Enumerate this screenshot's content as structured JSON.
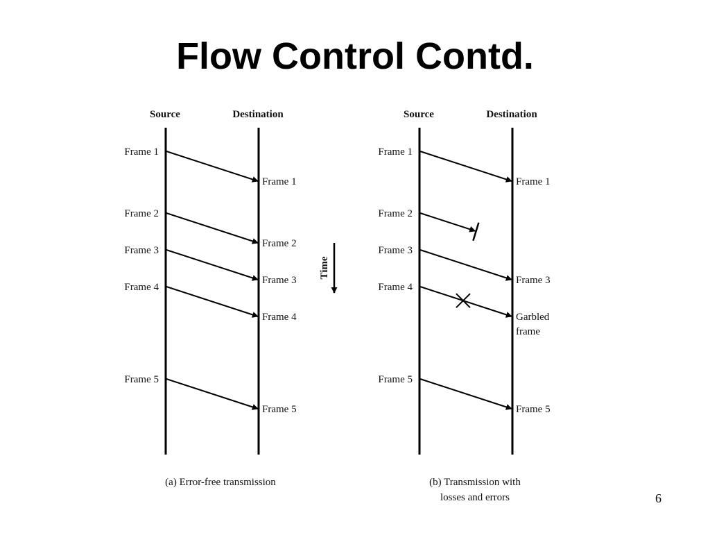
{
  "title": "Flow Control Contd.",
  "page_number": "6",
  "time_label": "Time",
  "panel_a": {
    "source_header": "Source",
    "destination_header": "Destination",
    "caption_lines": [
      "(a) Error-free transmission"
    ],
    "frames": [
      {
        "sent": "Frame 1",
        "received_lines": [
          "Frame 1"
        ],
        "outcome": "delivered"
      },
      {
        "sent": "Frame 2",
        "received_lines": [
          "Frame 2"
        ],
        "outcome": "delivered"
      },
      {
        "sent": "Frame 3",
        "received_lines": [
          "Frame 3"
        ],
        "outcome": "delivered"
      },
      {
        "sent": "Frame 4",
        "received_lines": [
          "Frame 4"
        ],
        "outcome": "delivered"
      },
      {
        "sent": "Frame 5",
        "received_lines": [
          "Frame 5"
        ],
        "outcome": "delivered"
      }
    ]
  },
  "panel_b": {
    "source_header": "Source",
    "destination_header": "Destination",
    "caption_lines": [
      "(b) Transmission with",
      "losses and errors"
    ],
    "frames": [
      {
        "sent": "Frame 1",
        "received_lines": [
          "Frame 1"
        ],
        "outcome": "delivered"
      },
      {
        "sent": "Frame 2",
        "received_lines": [],
        "outcome": "lost"
      },
      {
        "sent": "Frame 3",
        "received_lines": [
          "Frame 3"
        ],
        "outcome": "delivered"
      },
      {
        "sent": "Frame 4",
        "received_lines": [
          "Garbled",
          "frame"
        ],
        "outcome": "garbled"
      },
      {
        "sent": "Frame 5",
        "received_lines": [
          "Frame 5"
        ],
        "outcome": "delivered"
      }
    ]
  }
}
